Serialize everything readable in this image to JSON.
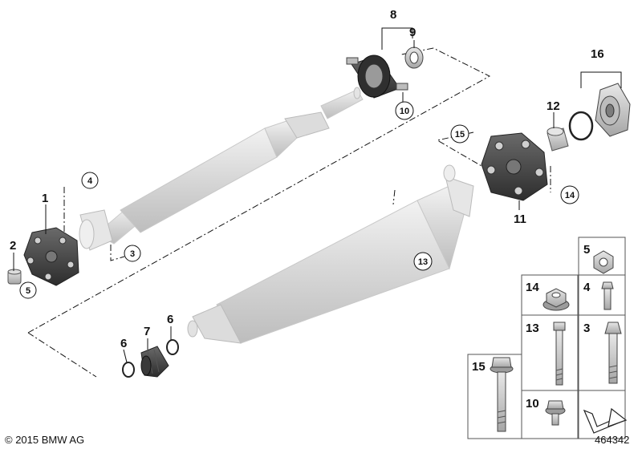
{
  "callouts": {
    "c1": "1",
    "c2": "2",
    "c3": "3",
    "c4": "4",
    "c5": "5",
    "c6a": "6",
    "c6b": "6",
    "c7": "7",
    "c8": "8",
    "c9": "9",
    "c10": "10",
    "c11": "11",
    "c12": "12",
    "c13": "13",
    "c14": "14",
    "c15": "15",
    "c16": "16"
  },
  "legend": {
    "c5": "5",
    "c14": "14",
    "c4": "4",
    "c13": "13",
    "c3": "3",
    "c15": "15",
    "c10": "10"
  },
  "footer": {
    "copyright": "© 2015 BMW AG",
    "diagram_number": "464342"
  }
}
